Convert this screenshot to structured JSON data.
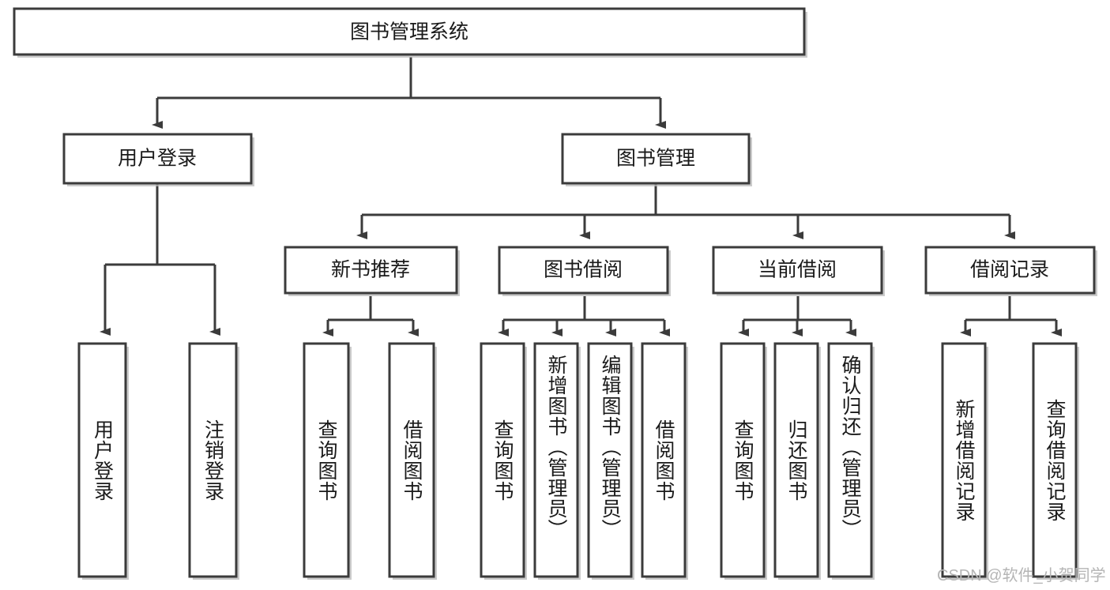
{
  "diagram": {
    "title": "图书管理系统",
    "type": "hierarchy-tree",
    "root": {
      "id": "root",
      "label": "图书管理系统",
      "orientation": "horizontal"
    },
    "level2": [
      {
        "id": "user-login",
        "label": "用户登录",
        "orientation": "horizontal"
      },
      {
        "id": "book-management",
        "label": "图书管理",
        "orientation": "horizontal"
      }
    ],
    "level3": [
      {
        "id": "new-book-recommend",
        "label": "新书推荐",
        "parent": "book-management",
        "orientation": "horizontal"
      },
      {
        "id": "book-borrow",
        "label": "图书借阅",
        "parent": "book-management",
        "orientation": "horizontal"
      },
      {
        "id": "current-borrow",
        "label": "当前借阅",
        "parent": "book-management",
        "orientation": "horizontal"
      },
      {
        "id": "borrow-record",
        "label": "借阅记录",
        "parent": "book-management",
        "orientation": "horizontal"
      }
    ],
    "leaves": [
      {
        "id": "leaf-user-login",
        "label": "用户登录",
        "parent": "user-login",
        "orientation": "vertical"
      },
      {
        "id": "leaf-logout-login",
        "label": "注销登录",
        "parent": "user-login",
        "orientation": "vertical"
      },
      {
        "id": "leaf-query-book-1",
        "label": "查询图书",
        "parent": "new-book-recommend",
        "orientation": "vertical"
      },
      {
        "id": "leaf-borrow-book-1",
        "label": "借阅图书",
        "parent": "new-book-recommend",
        "orientation": "vertical"
      },
      {
        "id": "leaf-query-book-2",
        "label": "查询图书",
        "parent": "book-borrow",
        "orientation": "vertical"
      },
      {
        "id": "leaf-add-book",
        "label": "新增图书（管理员）",
        "parent": "book-borrow",
        "orientation": "vertical"
      },
      {
        "id": "leaf-edit-book",
        "label": "编辑图书（管理员）",
        "parent": "book-borrow",
        "orientation": "vertical"
      },
      {
        "id": "leaf-borrow-book-2",
        "label": "借阅图书",
        "parent": "book-borrow",
        "orientation": "vertical"
      },
      {
        "id": "leaf-query-book-3",
        "label": "查询图书",
        "parent": "current-borrow",
        "orientation": "vertical"
      },
      {
        "id": "leaf-return-book",
        "label": "归还图书",
        "parent": "current-borrow",
        "orientation": "vertical"
      },
      {
        "id": "leaf-confirm-return",
        "label": "确认归还（管理员）",
        "parent": "current-borrow",
        "orientation": "vertical"
      },
      {
        "id": "leaf-add-record",
        "label": "新增借阅记录",
        "parent": "borrow-record",
        "orientation": "vertical"
      },
      {
        "id": "leaf-query-record",
        "label": "查询借阅记录",
        "parent": "borrow-record",
        "orientation": "vertical"
      }
    ]
  },
  "watermark": {
    "text": "CSDN @软件_小贺同学"
  },
  "colors": {
    "box_stroke": "#3b3b3b",
    "box_fill": "#ffffff",
    "text": "#1a1a1a",
    "background": "#ffffff",
    "watermark": "#b5b5b5"
  }
}
